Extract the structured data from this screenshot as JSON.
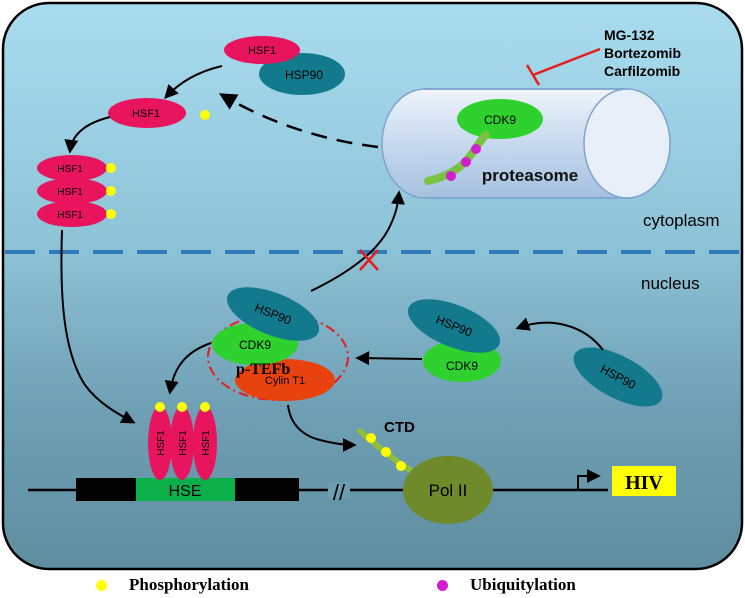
{
  "colors": {
    "hsf1": "#e8145e",
    "hsp90": "#127a8c",
    "cdk9": "#2ed12e",
    "cyclin": "#e8420f",
    "hse": "#0bb04a",
    "phospho": "#ffff00",
    "ubiquitin": "#d11fcf",
    "pol2": "#6f8a2a",
    "hiv_bg": "#ffff00",
    "inhibitor": "#e81c1c",
    "dash": "#2f7ab8"
  },
  "labels": {
    "hsf1": "HSF1",
    "hsp90": "HSP90",
    "cdk9": "CDK9",
    "cyclin": "Cylin T1",
    "ptefb": "p-TEFb",
    "proteasome": "proteasome",
    "cytoplasm": "cytoplasm",
    "nucleus": "nucleus",
    "hse": "HSE",
    "ctd": "CTD",
    "pol2": "Pol II",
    "hiv": "HIV",
    "gene_break": "//"
  },
  "inhibitors": [
    "MG-132",
    "Bortezomib",
    "Carfilzomib"
  ],
  "legend": {
    "phosphorylation": "Phosphorylation",
    "ubiquitylation": "Ubiquitylation"
  }
}
